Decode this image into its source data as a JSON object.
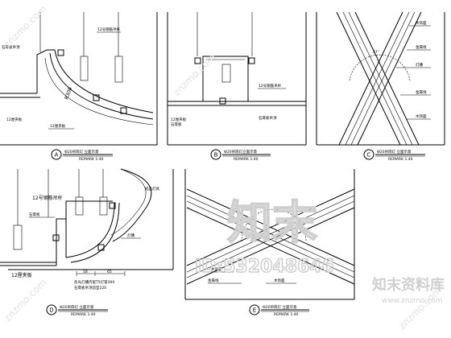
{
  "panels": {
    "a": {
      "letter": "A",
      "title": "Ф20吊筒灯 立面示意",
      "scale": "REMARK 1:40",
      "labels": {
        "top": "12号钢筋吊杆",
        "left": "石膏板吊顶",
        "dim": "R300",
        "bottom": "12厘夹板",
        "right": "12厘夹板"
      }
    },
    "b": {
      "letter": "B",
      "title": "Ф20吊筒灯立面示意",
      "scale": "REMARK 1:40",
      "labels": {
        "left1": "12厘夹板",
        "left2": "石膏板",
        "right1": "12号钢筋吊杆",
        "right2": "石膏板吊顶"
      }
    },
    "c": {
      "letter": "C",
      "title": "Ф20吊筒灯 立面示意",
      "scale": "REMARK 1:40",
      "labels": {
        "r1": "木饰面",
        "r2": "金属线",
        "r3": "灯槽",
        "r4": "金属线",
        "r5": "木饰面"
      }
    },
    "d": {
      "letter": "D",
      "title": "Ф20吊筒灯 立面示意",
      "scale": "REMARK 1:40",
      "labels": {
        "top": "12号钢筋吊杆",
        "left1": "石膏板",
        "right_top": "成品灯具",
        "mid": "灯槽",
        "bottom": "12厘夹板",
        "n1": "18",
        "n2": "65",
        "note1": "反光灯槽内嵌T5灯管300",
        "note2": "石膏板吊顶造型220"
      }
    },
    "e": {
      "letter": "E",
      "title": "Ф20吊筒灯 立面示意",
      "scale": "REMARK 1:40",
      "labels": {
        "l1": "木饰面",
        "l2": "金属线",
        "l3": "木饰面"
      }
    }
  },
  "watermark": {
    "big": "知末",
    "id": "ID:532048646",
    "logo": "知末资料库",
    "url": "www.znzmo.com",
    "diag": "znzmo.com"
  }
}
